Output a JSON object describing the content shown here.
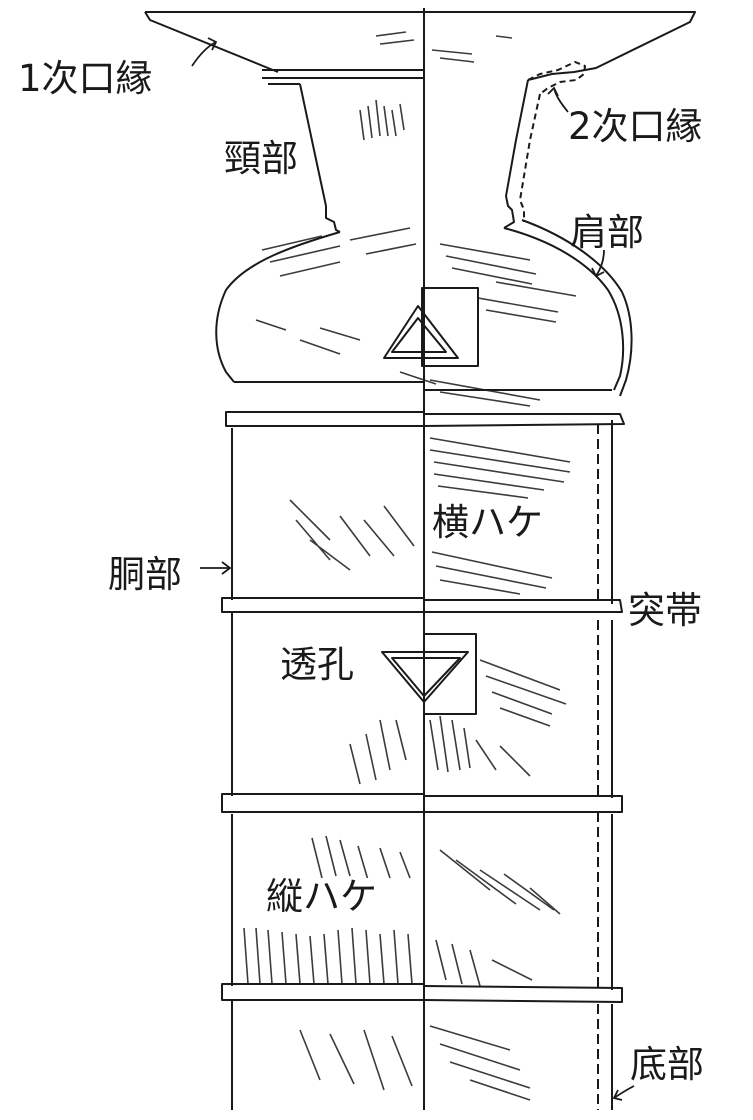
{
  "labels": {
    "primary_rim": "1次口縁",
    "secondary_rim": "2次口縁",
    "neck": "頸部",
    "shoulder": "肩部",
    "body": "胴部",
    "horizontal_brush": "横ハケ",
    "protruding_band": "突帯",
    "perforation": "透孔",
    "vertical_brush": "縦ハケ",
    "base": "底部"
  },
  "colors": {
    "ink": "#1a1a1a",
    "paper": "#ffffff"
  }
}
